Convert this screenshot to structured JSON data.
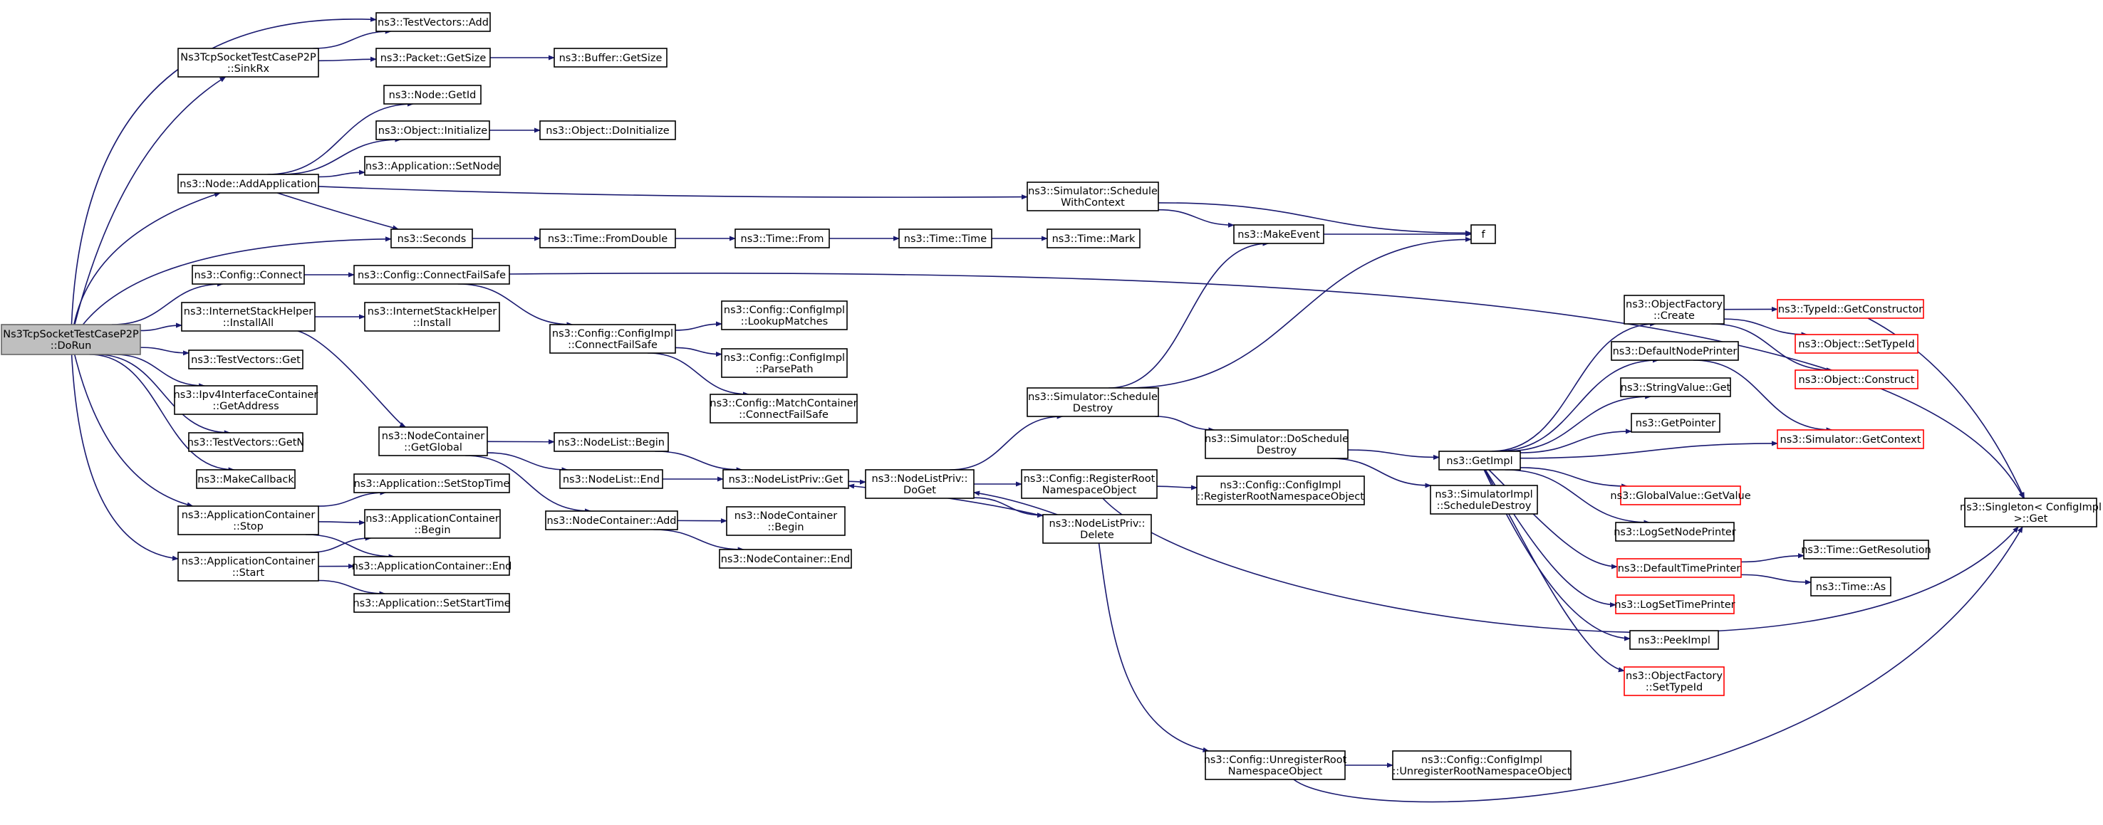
{
  "colors": {
    "edge": "#191970",
    "node_border": "#000000",
    "node_fill": "#ffffff",
    "root_fill": "#bfbfbf",
    "root_border": "#666666",
    "truncated_border": "#ff0000"
  },
  "nodes": {
    "root": {
      "lines": [
        "Ns3TcpSocketTestCaseP2P",
        "::DoRun"
      ],
      "kind": "root"
    },
    "tvAdd": {
      "lines": [
        "ns3::TestVectors::Add"
      ]
    },
    "sinkRx": {
      "lines": [
        "Ns3TcpSocketTestCaseP2P",
        "::SinkRx"
      ]
    },
    "pktGetSize": {
      "lines": [
        "ns3::Packet::GetSize"
      ]
    },
    "bufGetSize": {
      "lines": [
        "ns3::Buffer::GetSize"
      ]
    },
    "nodeGetId": {
      "lines": [
        "ns3::Node::GetId"
      ]
    },
    "objInit": {
      "lines": [
        "ns3::Object::Initialize"
      ]
    },
    "objDoInit": {
      "lines": [
        "ns3::Object::DoInitialize"
      ]
    },
    "appSetNode": {
      "lines": [
        "ns3::Application::SetNode"
      ]
    },
    "nodeAddApp": {
      "lines": [
        "ns3::Node::AddApplication"
      ]
    },
    "simSchedWC": {
      "lines": [
        "ns3::Simulator::Schedule",
        "WithContext"
      ]
    },
    "f": {
      "lines": [
        "f"
      ]
    },
    "seconds": {
      "lines": [
        "ns3::Seconds"
      ]
    },
    "timeFromDouble": {
      "lines": [
        "ns3::Time::FromDouble"
      ]
    },
    "timeFrom": {
      "lines": [
        "ns3::Time::From"
      ]
    },
    "timeTime": {
      "lines": [
        "ns3::Time::Time"
      ]
    },
    "timeMark": {
      "lines": [
        "ns3::Time::Mark"
      ]
    },
    "makeEvent": {
      "lines": [
        "ns3::MakeEvent"
      ]
    },
    "cfgConnect": {
      "lines": [
        "ns3::Config::Connect"
      ]
    },
    "cfgConnectFS": {
      "lines": [
        "ns3::Config::ConnectFailSafe"
      ]
    },
    "ishInstallAll": {
      "lines": [
        "ns3::InternetStackHelper",
        "::InstallAll"
      ]
    },
    "ishInstall": {
      "lines": [
        "ns3::InternetStackHelper",
        "::Install"
      ]
    },
    "cfgImplConnFS": {
      "lines": [
        "ns3::Config::ConfigImpl",
        "::ConnectFailSafe"
      ]
    },
    "cfgImplLookup": {
      "lines": [
        "ns3::Config::ConfigImpl",
        "::LookupMatches"
      ]
    },
    "cfgImplParse": {
      "lines": [
        "ns3::Config::ConfigImpl",
        "::ParsePath"
      ]
    },
    "matchConnFS": {
      "lines": [
        "ns3::Config::MatchContainer",
        "::ConnectFailSafe"
      ]
    },
    "tvGet": {
      "lines": [
        "ns3::TestVectors::Get"
      ]
    },
    "ipv4GetAddr": {
      "lines": [
        "ns3::Ipv4InterfaceContainer",
        "::GetAddress"
      ]
    },
    "tvGetN": {
      "lines": [
        "ns3::TestVectors::GetN"
      ]
    },
    "makeCallback": {
      "lines": [
        "ns3::MakeCallback"
      ]
    },
    "ncGetGlobal": {
      "lines": [
        "ns3::NodeContainer",
        "::GetGlobal"
      ]
    },
    "nlBegin": {
      "lines": [
        "ns3::NodeList::Begin"
      ]
    },
    "nlEnd": {
      "lines": [
        "ns3::NodeList::End"
      ]
    },
    "nlpGet": {
      "lines": [
        "ns3::NodeListPriv::Get"
      ]
    },
    "nlpDoGet": {
      "lines": [
        "ns3::NodeListPriv::",
        "DoGet"
      ]
    },
    "ncAdd": {
      "lines": [
        "ns3::NodeContainer::Add"
      ]
    },
    "ncBegin": {
      "lines": [
        "ns3::NodeContainer",
        "::Begin"
      ]
    },
    "ncEnd": {
      "lines": [
        "ns3::NodeContainer::End"
      ]
    },
    "appSetStop": {
      "lines": [
        "ns3::Application::SetStopTime"
      ]
    },
    "acStop": {
      "lines": [
        "ns3::ApplicationContainer",
        "::Stop"
      ]
    },
    "acBegin": {
      "lines": [
        "ns3::ApplicationContainer",
        "::Begin"
      ]
    },
    "acStart": {
      "lines": [
        "ns3::ApplicationContainer",
        "::Start"
      ]
    },
    "acEnd": {
      "lines": [
        "ns3::ApplicationContainer::End"
      ]
    },
    "appSetStart": {
      "lines": [
        "ns3::Application::SetStartTime"
      ]
    },
    "simSchedDestroy": {
      "lines": [
        "ns3::Simulator::Schedule",
        "Destroy"
      ]
    },
    "cfgRegRoot": {
      "lines": [
        "ns3::Config::RegisterRoot",
        "NamespaceObject"
      ]
    },
    "cfgImplRegRoot": {
      "lines": [
        "ns3::Config::ConfigImpl",
        "::RegisterRootNamespaceObject"
      ]
    },
    "nlpDelete": {
      "lines": [
        "ns3::NodeListPriv::",
        "Delete"
      ]
    },
    "simDoSchedDestroy": {
      "lines": [
        "ns3::Simulator::DoSchedule",
        "Destroy"
      ]
    },
    "simImplSchedDestroy": {
      "lines": [
        "ns3::SimulatorImpl",
        "::ScheduleDestroy"
      ]
    },
    "getImpl": {
      "lines": [
        "ns3::GetImpl"
      ]
    },
    "objFactCreate": {
      "lines": [
        "ns3::ObjectFactory",
        "::Create"
      ]
    },
    "typeIdGetCtor": {
      "lines": [
        "ns3::TypeId::GetConstructor"
      ],
      "kind": "truncated"
    },
    "objSetTypeId": {
      "lines": [
        "ns3::Object::SetTypeId"
      ],
      "kind": "truncated"
    },
    "objConstruct": {
      "lines": [
        "ns3::Object::Construct"
      ],
      "kind": "truncated"
    },
    "defNodePrinter": {
      "lines": [
        "ns3::DefaultNodePrinter"
      ]
    },
    "strValueGet": {
      "lines": [
        "ns3::StringValue::Get"
      ]
    },
    "getPointer": {
      "lines": [
        "ns3::GetPointer"
      ]
    },
    "simGetContext": {
      "lines": [
        "ns3::Simulator::GetContext"
      ],
      "kind": "truncated"
    },
    "globalValueGet": {
      "lines": [
        "ns3::GlobalValue::GetValue"
      ],
      "kind": "truncated"
    },
    "logSetNodePrinter": {
      "lines": [
        "ns3::LogSetNodePrinter"
      ]
    },
    "defTimePrinter": {
      "lines": [
        "ns3::DefaultTimePrinter"
      ],
      "kind": "truncated"
    },
    "timeGetRes": {
      "lines": [
        "ns3::Time::GetResolution"
      ]
    },
    "timeAs": {
      "lines": [
        "ns3::Time::As"
      ]
    },
    "logSetTimePrinter": {
      "lines": [
        "ns3::LogSetTimePrinter"
      ],
      "kind": "truncated"
    },
    "peekImpl": {
      "lines": [
        "ns3::PeekImpl"
      ]
    },
    "objFactSetTypeId": {
      "lines": [
        "ns3::ObjectFactory",
        "::SetTypeId"
      ],
      "kind": "truncated"
    },
    "singletonGet": {
      "lines": [
        "ns3::Singleton< ConfigImpl",
        " >::Get"
      ]
    },
    "cfgUnregRoot": {
      "lines": [
        "ns3::Config::UnregisterRoot",
        "NamespaceObject"
      ]
    },
    "cfgImplUnregRoot": {
      "lines": [
        "ns3::Config::ConfigImpl",
        "::UnregisterRootNamespaceObject"
      ]
    }
  },
  "edges": [
    [
      "root",
      "tvAdd"
    ],
    [
      "root",
      "sinkRx"
    ],
    [
      "root",
      "nodeAddApp"
    ],
    [
      "root",
      "seconds"
    ],
    [
      "root",
      "cfgConnect"
    ],
    [
      "root",
      "ishInstallAll"
    ],
    [
      "root",
      "tvGet"
    ],
    [
      "root",
      "ipv4GetAddr"
    ],
    [
      "root",
      "tvGetN"
    ],
    [
      "root",
      "makeCallback"
    ],
    [
      "root",
      "acStop"
    ],
    [
      "root",
      "acStart"
    ],
    [
      "sinkRx",
      "tvAdd"
    ],
    [
      "sinkRx",
      "pktGetSize"
    ],
    [
      "pktGetSize",
      "bufGetSize"
    ],
    [
      "nodeAddApp",
      "nodeGetId"
    ],
    [
      "nodeAddApp",
      "objInit"
    ],
    [
      "nodeAddApp",
      "appSetNode"
    ],
    [
      "nodeAddApp",
      "simSchedWC"
    ],
    [
      "nodeAddApp",
      "seconds"
    ],
    [
      "objInit",
      "objDoInit"
    ],
    [
      "simSchedWC",
      "makeEvent"
    ],
    [
      "simSchedWC",
      "f"
    ],
    [
      "seconds",
      "timeFromDouble"
    ],
    [
      "timeFromDouble",
      "timeFrom"
    ],
    [
      "timeFrom",
      "timeTime"
    ],
    [
      "timeTime",
      "timeMark"
    ],
    [
      "makeEvent",
      "f"
    ],
    [
      "cfgConnect",
      "cfgConnectFS"
    ],
    [
      "cfgConnectFS",
      "cfgImplConnFS"
    ],
    [
      "cfgConnectFS",
      "singletonGet"
    ],
    [
      "cfgImplConnFS",
      "cfgImplLookup"
    ],
    [
      "cfgImplConnFS",
      "cfgImplParse"
    ],
    [
      "cfgImplConnFS",
      "matchConnFS"
    ],
    [
      "ishInstallAll",
      "ishInstall"
    ],
    [
      "ishInstallAll",
      "ncGetGlobal"
    ],
    [
      "ncGetGlobal",
      "nlBegin"
    ],
    [
      "ncGetGlobal",
      "nlEnd"
    ],
    [
      "ncGetGlobal",
      "ncAdd"
    ],
    [
      "nlBegin",
      "nlpGet"
    ],
    [
      "nlEnd",
      "nlpGet"
    ],
    [
      "nlpGet",
      "nlpDoGet"
    ],
    [
      "ncAdd",
      "ncBegin"
    ],
    [
      "ncAdd",
      "ncEnd"
    ],
    [
      "acStop",
      "appSetStop"
    ],
    [
      "acStop",
      "acBegin"
    ],
    [
      "acStop",
      "acEnd"
    ],
    [
      "acStart",
      "acBegin"
    ],
    [
      "acStart",
      "acEnd"
    ],
    [
      "acStart",
      "appSetStart"
    ],
    [
      "nlpDoGet",
      "simSchedDestroy"
    ],
    [
      "nlpDoGet",
      "cfgRegRoot"
    ],
    [
      "nlpDoGet",
      "nlpDelete"
    ],
    [
      "simSchedDestroy",
      "makeEvent"
    ],
    [
      "simSchedDestroy",
      "f"
    ],
    [
      "simSchedDestroy",
      "simDoSchedDestroy"
    ],
    [
      "cfgRegRoot",
      "cfgImplRegRoot"
    ],
    [
      "cfgRegRoot",
      "singletonGet"
    ],
    [
      "nlpDelete",
      "nlpGet"
    ],
    [
      "nlpDelete",
      "nlpDoGet"
    ],
    [
      "nlpDelete",
      "cfgUnregRoot"
    ],
    [
      "simDoSchedDestroy",
      "getImpl"
    ],
    [
      "simDoSchedDestroy",
      "simImplSchedDestroy"
    ],
    [
      "getImpl",
      "objFactCreate"
    ],
    [
      "getImpl",
      "defNodePrinter"
    ],
    [
      "getImpl",
      "strValueGet"
    ],
    [
      "getImpl",
      "getPointer"
    ],
    [
      "getImpl",
      "simGetContext"
    ],
    [
      "getImpl",
      "globalValueGet"
    ],
    [
      "getImpl",
      "logSetNodePrinter"
    ],
    [
      "getImpl",
      "defTimePrinter"
    ],
    [
      "getImpl",
      "logSetTimePrinter"
    ],
    [
      "getImpl",
      "peekImpl"
    ],
    [
      "getImpl",
      "objFactSetTypeId"
    ],
    [
      "objFactCreate",
      "typeIdGetCtor"
    ],
    [
      "objFactCreate",
      "objSetTypeId"
    ],
    [
      "objFactCreate",
      "objConstruct"
    ],
    [
      "defNodePrinter",
      "simGetContext"
    ],
    [
      "defTimePrinter",
      "timeGetRes"
    ],
    [
      "defTimePrinter",
      "timeAs"
    ],
    [
      "typeIdGetCtor",
      "singletonGet"
    ],
    [
      "cfgUnregRoot",
      "cfgImplUnregRoot"
    ],
    [
      "cfgUnregRoot",
      "singletonGet"
    ]
  ]
}
